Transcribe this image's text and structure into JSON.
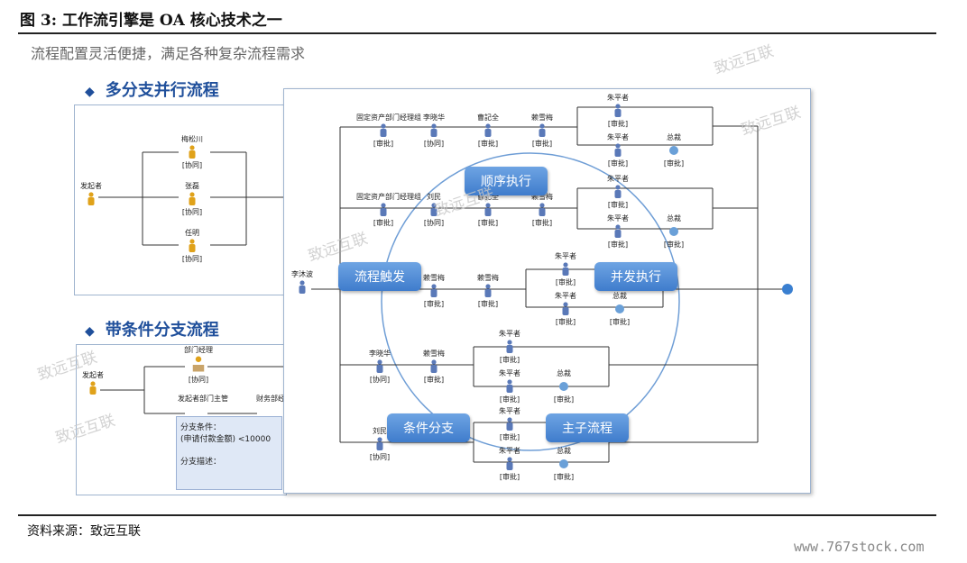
{
  "figure_title": "图 3:  工作流引擎是 OA 核心技术之一",
  "subtitle": "流程配置灵活便捷，满足各种复杂流程需求",
  "section1_title": "多分支并行流程",
  "section2_title": "带条件分支流程",
  "watermark": "致远互联",
  "panel1": {
    "initiator": "发起者",
    "branches": [
      {
        "name": "梅松川",
        "tag": "[协同]"
      },
      {
        "name": "张磊",
        "tag": "[协同]"
      },
      {
        "name": "任明",
        "tag": "[协同]"
      }
    ]
  },
  "panel2": {
    "initiator": "发起者",
    "dept_manager": "部门经理",
    "dept_manager_tag": "[协同]",
    "supervisor": "发起者部门主管",
    "finance": "财务部经",
    "condition_box": {
      "line1": "分支条件：",
      "line2": "(申请付款金额) <10000",
      "line3": "分支描述："
    }
  },
  "main_diagram": {
    "start_person": "李沐波",
    "callouts": {
      "sequential": "顺序执行",
      "trigger": "流程触发",
      "parallel": "并发执行",
      "conditional": "条件分支",
      "subprocess": "主子流程"
    },
    "nodes": {
      "r1": [
        {
          "name": "固定资产部门经理组",
          "tag": "[审批]"
        },
        {
          "name": "李晓华",
          "tag": "[协同]"
        },
        {
          "name": "曹記全",
          "tag": "[审批]"
        },
        {
          "name": "赖雪梅",
          "tag": "[审批]"
        },
        {
          "name": "朱平者",
          "tag": "[审批]"
        },
        {
          "name": "朱平者",
          "tag": "[审批]"
        },
        {
          "name": "总裁",
          "tag": "[审批]"
        }
      ],
      "r2": [
        {
          "name": "固定资产部门经理组",
          "tag": "[审批]"
        },
        {
          "name": "刘民",
          "tag": "[协同]"
        },
        {
          "name": "曹記全",
          "tag": "[审批]"
        },
        {
          "name": "赖雪梅",
          "tag": "[审批]"
        },
        {
          "name": "朱平者",
          "tag": "[审批]"
        },
        {
          "name": "朱平者",
          "tag": "[审批]"
        },
        {
          "name": "总裁",
          "tag": "[审批]"
        }
      ],
      "r3": [
        {
          "name": "赖雪梅",
          "tag": "[审批]"
        },
        {
          "name": "赖雪梅",
          "tag": "[审批]"
        },
        {
          "name": "朱平者",
          "tag": "[审批]"
        },
        {
          "name": "朱平者",
          "tag": "[审批]"
        },
        {
          "name": "总裁",
          "tag": "[审批]"
        }
      ],
      "r4": [
        {
          "name": "李晓华",
          "tag": "[协同]"
        },
        {
          "name": "赖雪梅",
          "tag": "[审批]"
        },
        {
          "name": "朱平者",
          "tag": "[审批]"
        },
        {
          "name": "朱平者",
          "tag": "[审批]"
        },
        {
          "name": "总裁",
          "tag": "[审批]"
        }
      ],
      "r5": [
        {
          "name": "刘民",
          "tag": "[协同]"
        },
        {
          "name": "朱平者",
          "tag": "[审批]"
        },
        {
          "name": "朱平者",
          "tag": "[审批]"
        },
        {
          "name": "总裁",
          "tag": "[审批]"
        }
      ]
    }
  },
  "source": "资料来源：致远互联",
  "website": "www.767stock.com",
  "colors": {
    "accent": "#1f4f9b",
    "callout": "#4a88d4",
    "circle": "#6f9ed6",
    "line": "#2a2a2a"
  }
}
